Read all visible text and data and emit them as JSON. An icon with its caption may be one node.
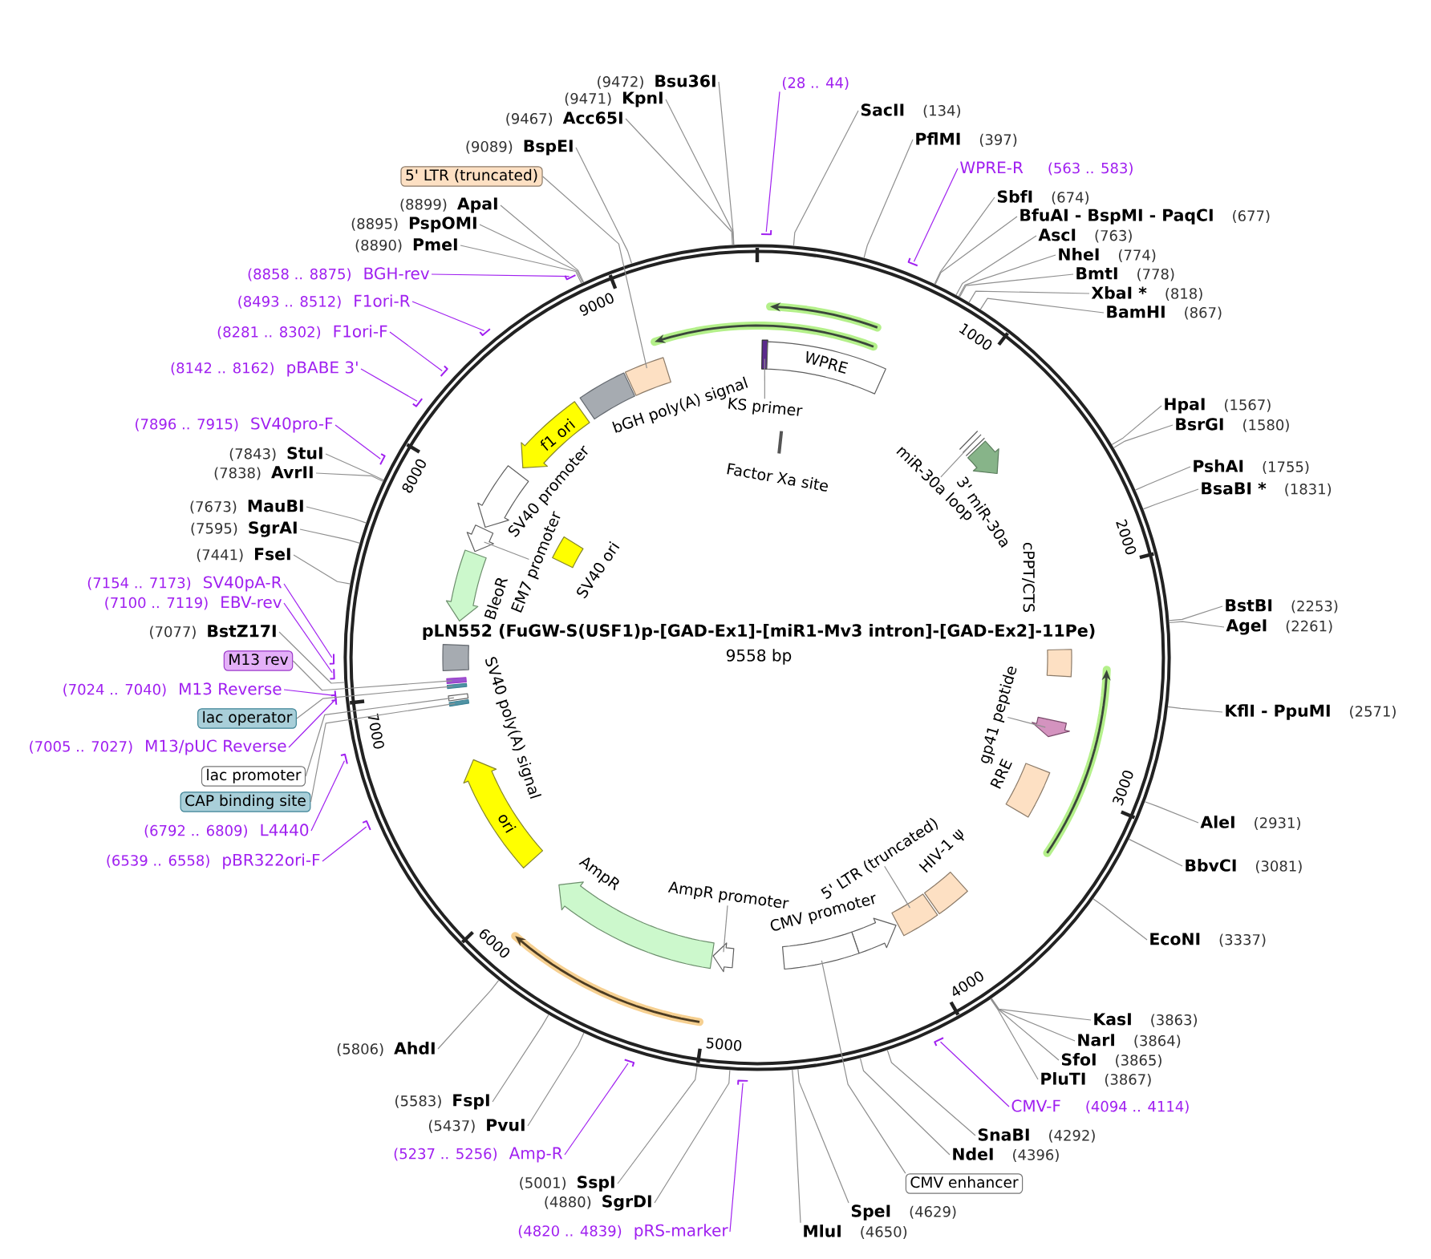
{
  "diagram": {
    "title": "pLN552 (FuGW-S(USF1)p-[GAD-Ex1]-[miR1-Mv3 intron]-[GAD-Ex2]-11Pe)",
    "nodes": [
      {
        "text": [],
        "shape": "circle"
      },
      {
        "text": [
          "(28 .. 44)"
        ]
      },
      {
        "text": [
          "SacII",
          "(134)"
        ]
      },
      {
        "text": [
          "PflMI",
          "(397)"
        ]
      },
      {
        "text": [
          "WPRE-R",
          "(563 .. 583)"
        ]
      },
      {
        "text": [
          "SbfI",
          "(674)"
        ]
      },
      {
        "text": [
          "BfuAI - BspMI - PaqCI",
          "(677)"
        ]
      },
      {
        "text": [
          "AscI",
          "(763)"
        ]
      },
      {
        "text": [
          "NheI",
          "(774)"
        ]
      },
      {
        "text": [
          "BmtI",
          "(778)"
        ]
      },
      {
        "text": [
          "XbaI *",
          "(818)"
        ]
      },
      {
        "text": [
          "BamHI",
          "(867)"
        ]
      },
      {
        "text": [
          "HpaI",
          "(1567)"
        ]
      },
      {
        "text": [
          "BsrGI",
          "(1580)"
        ]
      },
      {
        "text": [
          "PshAI",
          "(1755)"
        ]
      },
      {
        "text": [
          "BsaBI *",
          "(1831)"
        ]
      },
      {
        "text": [
          "BstBI",
          "(2253)"
        ]
      },
      {
        "text": [
          "AgeI",
          "(2261)"
        ]
      },
      {
        "text": [
          "KflI - PpuMI",
          "(2571)"
        ]
      },
      {
        "text": [
          "AleI",
          "(2931)"
        ]
      },
      {
        "text": [
          "BbvCI",
          "(3081)"
        ]
      },
      {
        "text": [
          "EcoNI",
          "(3337)"
        ]
      },
      {
        "text": [
          "KasI",
          "(3863)"
        ]
      },
      {
        "text": [
          "NarI",
          "(3864)"
        ]
      },
      {
        "text": [
          "SfoI",
          "(3865)"
        ]
      },
      {
        "text": [
          "PluTI",
          "(3867)"
        ]
      },
      {
        "text": [
          "CMV-F",
          "(4094 .. 4114)"
        ]
      },
      {
        "text": [
          "SnaBI",
          "(4292)"
        ]
      },
      {
        "text": [
          "NdeI",
          "(4396)"
        ]
      },
      {
        "text": [
          "CMV enhancer"
        ]
      },
      {
        "text": [
          "SpeI",
          "(4629)"
        ]
      },
      {
        "text": [
          "MluI",
          "(4650)"
        ]
      },
      {
        "text": [
          "(4820 .. 4839)",
          "pRS-marker"
        ]
      },
      {
        "text": [
          "(4880)",
          "SgrDI"
        ]
      },
      {
        "text": [
          "(5001)",
          "SspI"
        ]
      },
      {
        "text": [
          "(5237 .. 5256)",
          "Amp-R"
        ]
      },
      {
        "text": [
          "(5437)",
          "PvuI"
        ]
      },
      {
        "text": [
          "(5583)",
          "FspI"
        ]
      },
      {
        "text": [
          "(5806)",
          "AhdI"
        ]
      },
      {
        "text": [
          "(6539 .. 6558)",
          "pBR322ori-F"
        ]
      },
      {
        "text": [
          "(6792 .. 6809)",
          "L4440"
        ]
      },
      {
        "text": [
          "CAP binding site"
        ]
      },
      {
        "text": [
          "lac promoter"
        ]
      },
      {
        "text": [
          "(7005 .. 7027)",
          "M13/pUC Reverse"
        ]
      },
      {
        "text": [
          "lac operator"
        ]
      },
      {
        "text": [
          "(7024 .. 7040)",
          "M13 Reverse"
        ]
      },
      {
        "text": [
          "M13 rev"
        ]
      },
      {
        "text": [
          "(7077)",
          "BstZ17I"
        ]
      },
      {
        "text": [
          "(7100 .. 7119)",
          "EBV-rev"
        ]
      },
      {
        "text": [
          "(7154 .. 7173)",
          "SV40pA-R"
        ]
      },
      {
        "text": [
          "(7441)",
          "FseI"
        ]
      },
      {
        "text": [
          "(7595)",
          "SgrAI"
        ]
      },
      {
        "text": [
          "(7673)",
          "MauBI"
        ]
      },
      {
        "text": [
          "(7838)",
          "AvrII"
        ]
      },
      {
        "text": [
          "(7843)",
          "StuI"
        ]
      },
      {
        "text": [
          "(7896 .. 7915)",
          "SV40pro-F"
        ]
      },
      {
        "text": [
          "(8142 .. 8162)",
          "pBABE 3'"
        ]
      },
      {
        "text": [
          "(8281 .. 8302)",
          "F1ori-F"
        ]
      },
      {
        "text": [
          "(8493 .. 8512)",
          "F1ori-R"
        ]
      },
      {
        "text": [
          "(8858 .. 8875)",
          "BGH-rev"
        ]
      },
      {
        "text": [
          "(8890)",
          "PmeI"
        ]
      },
      {
        "text": [
          "(8895)",
          "PspOMI"
        ]
      },
      {
        "text": [
          "(8899)",
          "ApaI"
        ]
      },
      {
        "text": [
          "5' LTR (truncated)"
        ]
      },
      {
        "text": [
          "(9089)",
          "BspEI"
        ]
      },
      {
        "text": [
          "(9467)",
          "Acc65I"
        ]
      },
      {
        "text": [
          "(9471)",
          "KpnI"
        ]
      },
      {
        "text": [
          "(9472)",
          "Bsu36I"
        ]
      },
      {
        "text": [
          "KS primer"
        ],
        "in": 0
      },
      {
        "text": [],
        "shape": "bar",
        "in": 0
      },
      {
        "text": [
          "WPRE"
        ],
        "in": 0
      },
      {
        "text": [
          "Factor Xa site"
        ],
        "in": 0
      },
      {
        "text": [
          "miR-30a loop"
        ],
        "in": 0
      },
      {
        "text": [],
        "shape": "bar",
        "in": 0
      },
      {
        "text": [
          "3' miR-30a"
        ],
        "in": 0
      },
      {
        "text": [
          "cPPT/CTS"
        ],
        "in": 0
      },
      {
        "text": [
          "gp41 peptide"
        ],
        "in": 0
      },
      {
        "text": [],
        "shape": "arrow",
        "in": 0
      },
      {
        "text": [
          "RRE"
        ],
        "in": 0
      },
      {
        "text": [
          "HIV-1 ψ"
        ],
        "in": 0
      },
      {
        "text": [
          "5' LTR (truncated)"
        ],
        "in": 0
      },
      {
        "text": [],
        "shape": "box",
        "in": 0
      },
      {
        "text": [
          "CMV promoter"
        ],
        "in": 0
      },
      {
        "text": [],
        "shape": "box",
        "in": 0
      },
      {
        "text": [
          "AmpR promoter"
        ],
        "in": 0
      },
      {
        "text": [],
        "shape": "arrow",
        "in": 0
      },
      {
        "text": [
          "AmpR"
        ],
        "in": 0
      },
      {
        "text": [
          "ori"
        ],
        "in": 0
      },
      {
        "text": [],
        "shape": "bar",
        "in": 0
      },
      {
        "text": [],
        "shape": "bar",
        "in": 0
      },
      {
        "text": [],
        "shape": "bar",
        "in": 0
      },
      {
        "text": [],
        "shape": "bar",
        "in": 0
      },
      {
        "text": [
          "SV40 poly(A) signal"
        ],
        "in": 0
      },
      {
        "text": [
          "BleoR"
        ],
        "in": 0
      },
      {
        "text": [
          "EM7 promoter"
        ],
        "in": 0
      },
      {
        "text": [],
        "shape": "arrow",
        "in": 0
      },
      {
        "text": [
          "SV40 promoter"
        ],
        "in": 0
      },
      {
        "text": [
          "SV40 ori"
        ],
        "in": 0
      },
      {
        "text": [
          "f1 ori"
        ],
        "in": 0
      },
      {
        "text": [
          "bGH poly(A) signal"
        ],
        "in": 0
      },
      {
        "text": [],
        "shape": "box",
        "in": 0
      },
      {
        "text": [],
        "shape": "arrow",
        "in": 0
      },
      {
        "text": [],
        "shape": "arrow",
        "in": 0
      },
      {
        "text": [],
        "shape": "arrow",
        "in": 0
      },
      {
        "text": [],
        "shape": "arrow",
        "in": 0
      },
      {
        "text": [],
        "shape": "bar"
      },
      {
        "text": [],
        "shape": "bar"
      },
      {
        "text": [],
        "shape": "bar"
      },
      {
        "text": [],
        "shape": "bar"
      },
      {
        "text": [],
        "shape": "bar"
      },
      {
        "text": [],
        "shape": "bar"
      },
      {
        "text": [],
        "shape": "bar"
      },
      {
        "text": [],
        "shape": "bar"
      },
      {
        "text": [],
        "shape": "bar"
      },
      {
        "text": [],
        "shape": "bar"
      },
      {
        "text": [],
        "shape": "bar"
      },
      {
        "text": [],
        "shape": "bar"
      },
      {
        "text": [],
        "shape": "bar"
      },
      {
        "text": [],
        "shape": "bar"
      },
      {
        "text": [],
        "shape": "bar"
      },
      {
        "text": [],
        "shape": "bar"
      }
    ],
    "edges": [
      {
        "from": 1,
        "to": 105,
        "arrow": "none",
        "color": "#a020f0"
      },
      {
        "from": 2,
        "to": 0,
        "arrow": "none"
      },
      {
        "from": 3,
        "to": 0,
        "arrow": "none"
      },
      {
        "from": 4,
        "to": 106,
        "arrow": "none",
        "color": "#a020f0"
      },
      {
        "from": 5,
        "to": 0,
        "arrow": "none"
      },
      {
        "from": 6,
        "to": 0,
        "arrow": "none"
      },
      {
        "from": 7,
        "to": 0,
        "arrow": "none"
      },
      {
        "from": 8,
        "to": 0,
        "arrow": "none"
      },
      {
        "from": 9,
        "to": 0,
        "arrow": "none"
      },
      {
        "from": 10,
        "to": 0,
        "arrow": "none"
      },
      {
        "from": 11,
        "to": 0,
        "arrow": "none"
      },
      {
        "from": 12,
        "to": 0,
        "arrow": "none"
      },
      {
        "from": 13,
        "to": 0,
        "arrow": "none"
      },
      {
        "from": 14,
        "to": 0,
        "arrow": "none"
      },
      {
        "from": 15,
        "to": 0,
        "arrow": "none"
      },
      {
        "from": 16,
        "to": 0,
        "arrow": "none"
      },
      {
        "from": 17,
        "to": 0,
        "arrow": "none"
      },
      {
        "from": 18,
        "to": 0,
        "arrow": "none"
      },
      {
        "from": 19,
        "to": 0,
        "arrow": "none"
      },
      {
        "from": 20,
        "to": 0,
        "arrow": "none"
      },
      {
        "from": 21,
        "to": 0,
        "arrow": "none"
      },
      {
        "from": 22,
        "to": 0,
        "arrow": "none"
      },
      {
        "from": 23,
        "to": 0,
        "arrow": "none"
      },
      {
        "from": 24,
        "to": 0,
        "arrow": "none"
      },
      {
        "from": 25,
        "to": 0,
        "arrow": "none"
      },
      {
        "from": 26,
        "to": 107,
        "arrow": "none",
        "color": "#a020f0"
      },
      {
        "from": 27,
        "to": 0,
        "arrow": "none"
      },
      {
        "from": 28,
        "to": 0,
        "arrow": "none"
      },
      {
        "from": 29,
        "to": 83,
        "arrow": "none"
      },
      {
        "from": 30,
        "to": 0,
        "arrow": "none"
      },
      {
        "from": 31,
        "to": 0,
        "arrow": "none"
      },
      {
        "from": 32,
        "to": 108,
        "arrow": "none",
        "color": "#a020f0"
      },
      {
        "from": 33,
        "to": 0,
        "arrow": "none"
      },
      {
        "from": 34,
        "to": 0,
        "arrow": "none"
      },
      {
        "from": 35,
        "to": 109,
        "arrow": "none",
        "color": "#a020f0"
      },
      {
        "from": 36,
        "to": 0,
        "arrow": "none"
      },
      {
        "from": 37,
        "to": 0,
        "arrow": "none"
      },
      {
        "from": 38,
        "to": 0,
        "arrow": "none"
      },
      {
        "from": 39,
        "to": 110,
        "arrow": "none",
        "color": "#a020f0"
      },
      {
        "from": 40,
        "to": 111,
        "arrow": "none",
        "color": "#a020f0"
      },
      {
        "from": 41,
        "to": 88,
        "arrow": "none"
      },
      {
        "from": 42,
        "to": 89,
        "arrow": "none"
      },
      {
        "from": 43,
        "to": 112,
        "arrow": "none",
        "color": "#a020f0"
      },
      {
        "from": 44,
        "to": 90,
        "arrow": "none"
      },
      {
        "from": 45,
        "to": 113,
        "arrow": "none",
        "color": "#a020f0"
      },
      {
        "from": 46,
        "to": 91,
        "arrow": "none"
      },
      {
        "from": 47,
        "to": 0,
        "arrow": "none"
      },
      {
        "from": 48,
        "to": 114,
        "arrow": "none",
        "color": "#a020f0"
      },
      {
        "from": 49,
        "to": 115,
        "arrow": "none",
        "color": "#a020f0"
      },
      {
        "from": 50,
        "to": 0,
        "arrow": "none"
      },
      {
        "from": 51,
        "to": 0,
        "arrow": "none"
      },
      {
        "from": 52,
        "to": 0,
        "arrow": "none"
      },
      {
        "from": 53,
        "to": 0,
        "arrow": "none"
      },
      {
        "from": 54,
        "to": 0,
        "arrow": "none"
      },
      {
        "from": 55,
        "to": 116,
        "arrow": "none",
        "color": "#a020f0"
      },
      {
        "from": 56,
        "to": 117,
        "arrow": "none",
        "color": "#a020f0"
      },
      {
        "from": 57,
        "to": 118,
        "arrow": "none",
        "color": "#a020f0"
      },
      {
        "from": 58,
        "to": 119,
        "arrow": "none",
        "color": "#a020f0"
      },
      {
        "from": 59,
        "to": 120,
        "arrow": "none",
        "color": "#a020f0"
      },
      {
        "from": 60,
        "to": 0,
        "arrow": "none"
      },
      {
        "from": 61,
        "to": 0,
        "arrow": "none"
      },
      {
        "from": 62,
        "to": 0,
        "arrow": "none"
      },
      {
        "from": 63,
        "to": 100,
        "arrow": "none"
      },
      {
        "from": 64,
        "to": 0,
        "arrow": "none"
      },
      {
        "from": 65,
        "to": 0,
        "arrow": "none"
      },
      {
        "from": 66,
        "to": 0,
        "arrow": "none"
      },
      {
        "from": 67,
        "to": 0,
        "arrow": "none"
      },
      {
        "from": 68,
        "to": 69,
        "arrow": "none"
      },
      {
        "from": 72,
        "to": 73,
        "arrow": "none"
      },
      {
        "from": 76,
        "to": 77,
        "arrow": "none"
      },
      {
        "from": 80,
        "to": 81,
        "arrow": "none"
      },
      {
        "from": 84,
        "to": 85,
        "arrow": "none"
      },
      {
        "from": 94,
        "to": 95,
        "arrow": "none"
      }
    ],
    "labels": [
      "9558 bp",
      "1000",
      "2000",
      "3000",
      "4000",
      "5000",
      "6000",
      "7000",
      "8000",
      "9000"
    ]
  }
}
